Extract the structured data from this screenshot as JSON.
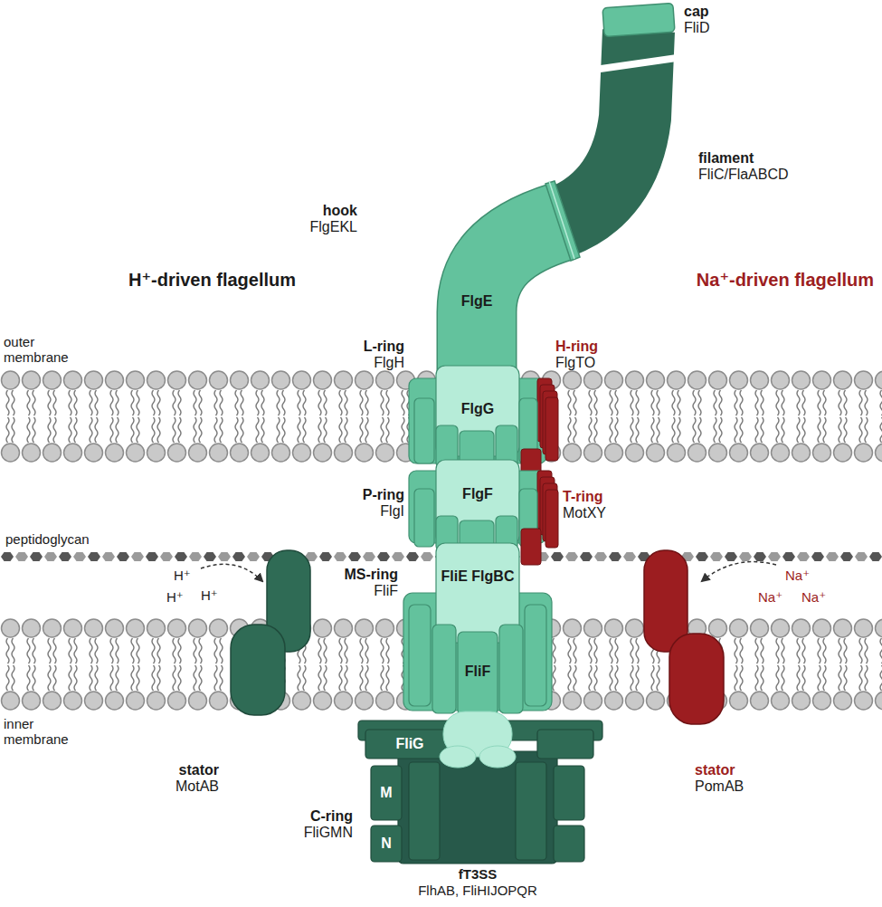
{
  "diagram": {
    "nodes": [
      {
        "text": [
          "FlgE"
        ]
      },
      {
        "text": [
          "FlgG"
        ]
      },
      {
        "text": [
          "FlgF"
        ]
      },
      {
        "text": [
          "FliE FlgBC"
        ]
      },
      {
        "text": [
          "FliF"
        ]
      },
      {
        "text": [
          "FliG"
        ]
      },
      {
        "text": [
          "M"
        ]
      },
      {
        "text": [
          "N"
        ]
      }
    ],
    "labels": [
      "cap",
      "FliD",
      "filament",
      "FliC/FlaABCD",
      "hook",
      "FlgEKL",
      "H⁺-driven flagellum",
      "Na⁺-driven flagellum",
      "outer membrane",
      "L-ring",
      "FlgH",
      "H-ring",
      "FlgTO",
      "peptidoglycan",
      "P-ring",
      "FlgI",
      "T-ring",
      "MotXY",
      "MS-ring",
      "FliF",
      "H⁺",
      "H⁺",
      "H⁺",
      "Na⁺",
      "Na⁺",
      "Na⁺",
      "inner membrane",
      "stator",
      "MotAB",
      "stator",
      "PomAB",
      "C-ring",
      "FliGMN",
      "fT3SS",
      "FlhAB, FliHIJOPQR"
    ]
  }
}
